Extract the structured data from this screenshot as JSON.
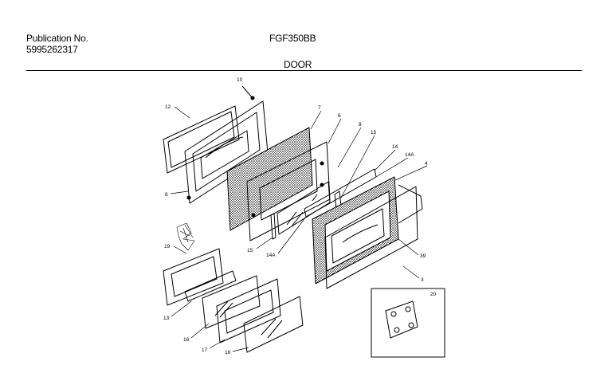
{
  "header": {
    "publication_label": "Publication No.",
    "publication_number": "5995262317",
    "model": "FGF350BB",
    "section_title": "DOOR"
  },
  "callouts": [
    {
      "id": "c10a",
      "text": "10"
    },
    {
      "id": "c12",
      "text": "12"
    },
    {
      "id": "c7",
      "text": "7"
    },
    {
      "id": "c6",
      "text": "6"
    },
    {
      "id": "c8a",
      "text": "8"
    },
    {
      "id": "c15a",
      "text": "15"
    },
    {
      "id": "c14",
      "text": "14"
    },
    {
      "id": "c14Aa",
      "text": "14A"
    },
    {
      "id": "c4",
      "text": "4"
    },
    {
      "id": "c8b",
      "text": "8"
    },
    {
      "id": "c15b",
      "text": "15"
    },
    {
      "id": "c14Ab",
      "text": "14A"
    },
    {
      "id": "c39",
      "text": "39"
    },
    {
      "id": "c3",
      "text": "3"
    },
    {
      "id": "c19",
      "text": "19"
    },
    {
      "id": "c13",
      "text": "13"
    },
    {
      "id": "c16",
      "text": "16"
    },
    {
      "id": "c17",
      "text": "17"
    },
    {
      "id": "c18",
      "text": "18"
    },
    {
      "id": "c20",
      "text": "20"
    }
  ]
}
